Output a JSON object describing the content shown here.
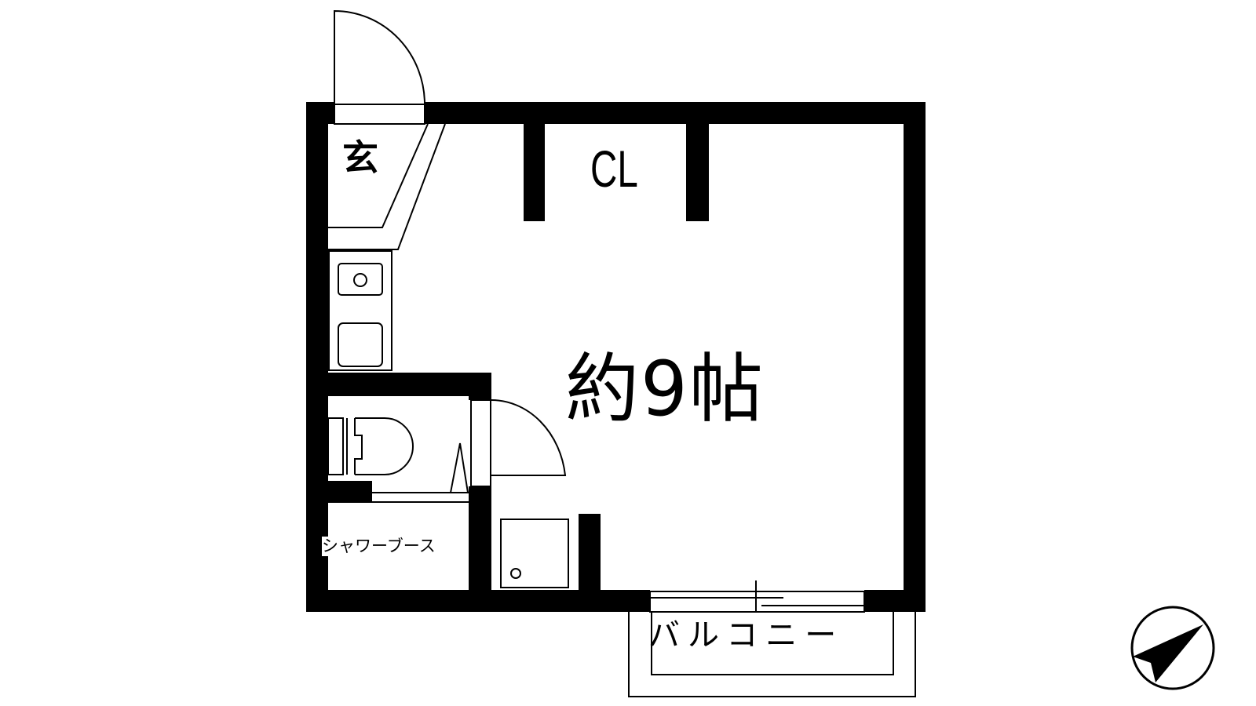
{
  "floorplan": {
    "rooms": {
      "genkan": "玄",
      "closet": "CL",
      "main_room": "約9帖",
      "shower_booth": "シャワーブース",
      "balcony": "バルコニー"
    },
    "compass": {
      "icon": "north-arrow-icon",
      "direction_deg": 60
    },
    "colors": {
      "wall": "#000000",
      "background": "#ffffff",
      "line": "#000000"
    }
  }
}
